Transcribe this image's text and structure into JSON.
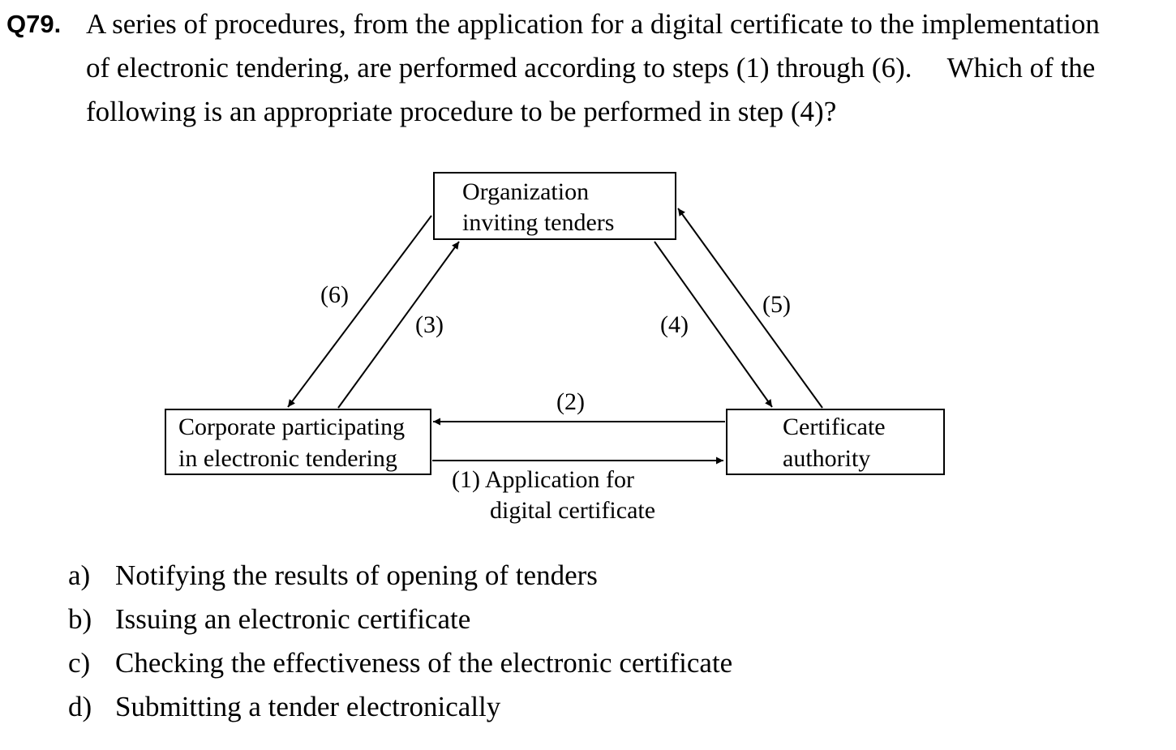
{
  "question": {
    "number": "Q79.",
    "lines": [
      "A series of procedures, from the application for a digital certificate to the implementation",
      "of electronic tendering, are performed according to steps (1) through (6).  Which of the",
      "following is an appropriate procedure to be performed in step (4)?"
    ]
  },
  "diagram": {
    "nodes": {
      "organization": [
        "Organization",
        "inviting tenders"
      ],
      "corporate": [
        "Corporate participating",
        "in electronic tendering"
      ],
      "authority": [
        "Certificate",
        "authority"
      ]
    },
    "edges": {
      "step1": [
        "(1) Application for",
        "digital certificate"
      ],
      "step2": "(2)",
      "step3": "(3)",
      "step4": "(4)",
      "step5": "(5)",
      "step6": "(6)"
    }
  },
  "options": [
    {
      "label": "a)",
      "text": "Notifying the results of opening of tenders"
    },
    {
      "label": "b)",
      "text": "Issuing an electronic certificate"
    },
    {
      "label": "c)",
      "text": "Checking the effectiveness of the electronic certificate"
    },
    {
      "label": "d)",
      "text": "Submitting a tender electronically"
    }
  ]
}
